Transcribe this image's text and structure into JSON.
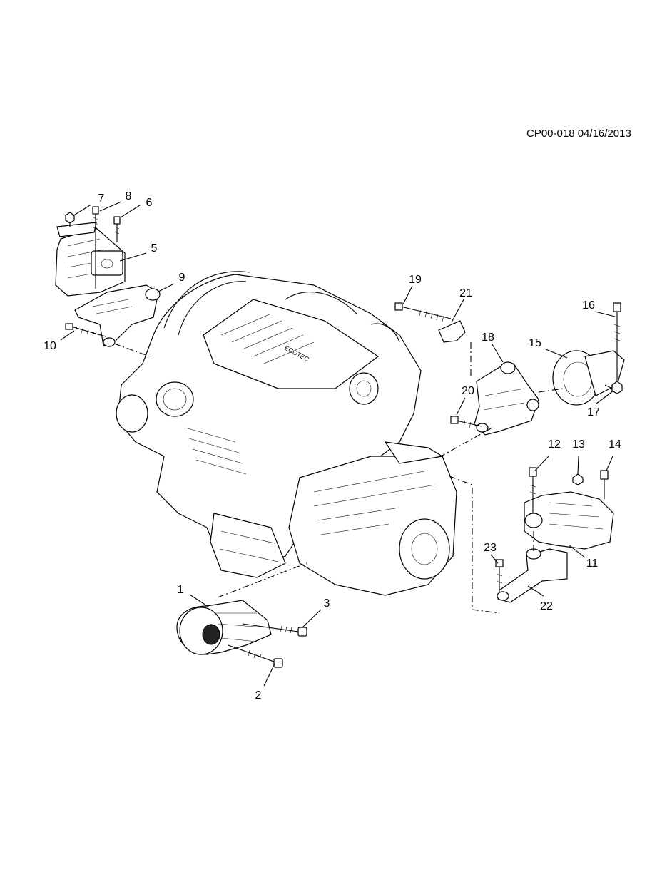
{
  "reference_code": "CP00-018 04/16/2013",
  "engine_badge": "ECOTEC",
  "callouts": [
    "1",
    "2",
    "3",
    "5",
    "6",
    "7",
    "8",
    "9",
    "10",
    "11",
    "12",
    "13",
    "14",
    "15",
    "16",
    "17",
    "18",
    "19",
    "20",
    "21",
    "22",
    "23"
  ]
}
